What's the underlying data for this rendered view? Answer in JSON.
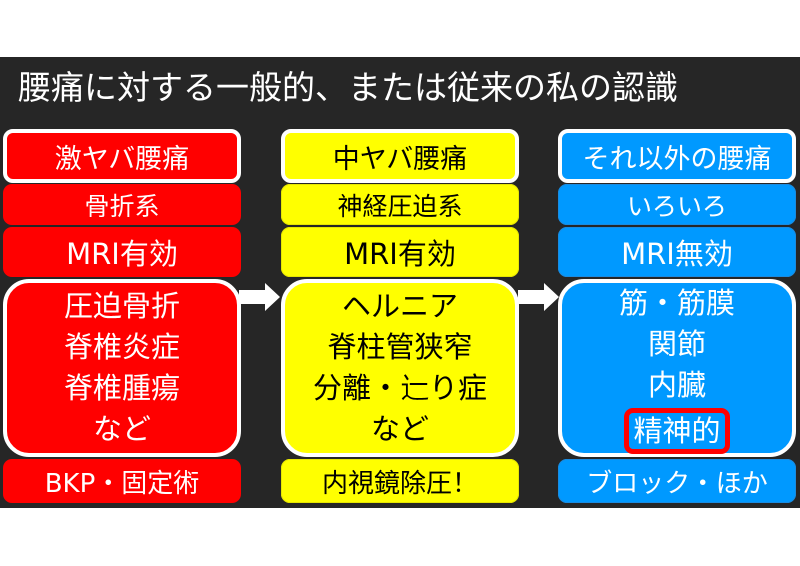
{
  "title": "腰痛に対する一般的、または従来の私の認識",
  "colors": {
    "background": "#262626",
    "severe": "#ff0000",
    "moderate": "#ffff00",
    "other": "#0099ff",
    "highlight_border": "#ff0000"
  },
  "columns": [
    {
      "header": "激ヤバ腰痛",
      "category": "骨折系",
      "mri": "MRI有効",
      "conditions": [
        "圧迫骨折",
        "脊椎炎症",
        "脊椎腫瘍",
        "など"
      ],
      "treatment": "BKP・固定術"
    },
    {
      "header": "中ヤバ腰痛",
      "category": "神経圧迫系",
      "mri": "MRI有効",
      "conditions": [
        "ヘルニア",
        "脊柱管狭窄",
        "分離・辷り症",
        "など"
      ],
      "treatment": "内視鏡除圧！"
    },
    {
      "header": "それ以外の腰痛",
      "category": "いろいろ",
      "mri": "MRI無効",
      "conditions": [
        "筋・筋膜",
        "関節",
        "内臓"
      ],
      "highlighted_condition": "精神的",
      "treatment": "ブロック・ほか"
    }
  ],
  "arrows": [
    {
      "from": "激ヤバ腰痛",
      "to": "中ヤバ腰痛",
      "icon": "right-arrow-icon"
    },
    {
      "from": "中ヤバ腰痛",
      "to": "それ以外の腰痛",
      "icon": "right-arrow-icon"
    }
  ]
}
